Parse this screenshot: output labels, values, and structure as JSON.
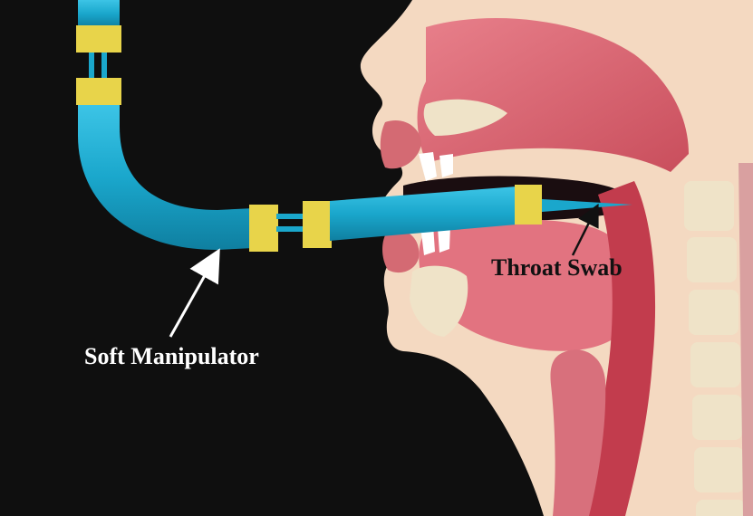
{
  "labels": {
    "soft_manipulator": "Soft Manipulator",
    "throat_swab": "Throat Swab"
  },
  "colors": {
    "background": "#0f0f0f",
    "manipulator_tube": "#1aa7cc",
    "manipulator_band": "#e8d44a",
    "manipulator_label_text": "#ffffff",
    "swab_label_text": "#111111",
    "skin": "#f4d9c1",
    "tissue": "#d85a68",
    "airway": "#c23c4d",
    "bone": "#efe3c8"
  },
  "icons": {
    "manipulator_arrow": "arrow-up-right",
    "swab_arrow": "arrow-up-right"
  }
}
